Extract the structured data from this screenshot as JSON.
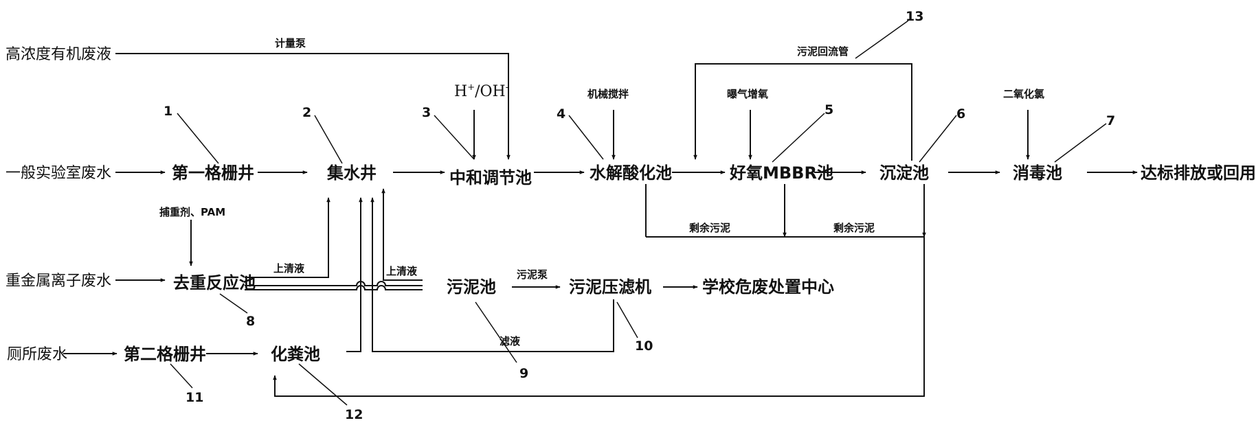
{
  "sources": {
    "organic": "高浓度有机废液",
    "general": "一般实验室废水",
    "heavy_metal": "重金属离子废水",
    "toilet": "厕所废水"
  },
  "units": {
    "screen1": "第一格栅井",
    "collection_well": "集水井",
    "neutralization": "中和调节池",
    "hydrolysis": "水解酸化池",
    "mbbr": "好氧MBBR池",
    "sedimentation": "沉淀池",
    "disinfection": "消毒池",
    "discharge": "达标排放或回用",
    "heavy_metal_tank": "去重反应池",
    "sludge_tank": "污泥池",
    "filter_press": "污泥压滤机",
    "hazwaste_center": "学校危废处置中心",
    "screen2": "第二格栅井",
    "septic_tank": "化粪池"
  },
  "labels": {
    "metering_pump": "计量泵",
    "ph_adjust_main": "H",
    "ph_plus": "+",
    "ph_mid": "/OH",
    "ph_minus": "-",
    "mechanical_stirring": "机械搅拌",
    "aeration": "曝气增氧",
    "chlorine_dioxide": "二氧化氯",
    "sludge_return": "污泥回流管",
    "excess_sludge_1": "剩余污泥",
    "excess_sludge_2": "剩余污泥",
    "chelating_agent": "捕重剂、PAM",
    "supernatant_1": "上清液",
    "supernatant_2": "上清液",
    "sludge_pump": "污泥泵",
    "filtrate": "滤液"
  },
  "numbers": {
    "n1": "1",
    "n2": "2",
    "n3": "3",
    "n4": "4",
    "n5": "5",
    "n6": "6",
    "n7": "7",
    "n8": "8",
    "n9": "9",
    "n10": "10",
    "n11": "11",
    "n12": "12",
    "n13": "13"
  }
}
